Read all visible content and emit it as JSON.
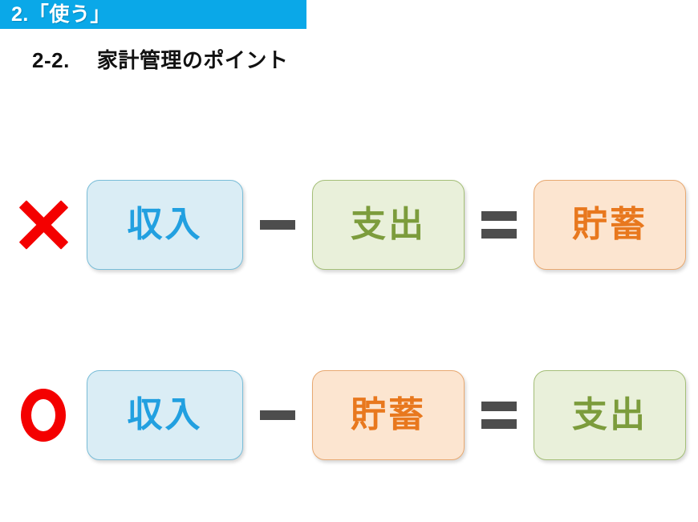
{
  "slide": {
    "section_banner": "2.「使う」",
    "subtitle_number": "2-2.",
    "subtitle_text": "家計管理のポイント"
  },
  "colors": {
    "banner_bg": "#0aa8e8",
    "mark_red": "#f40000",
    "operator_gray": "#4d4d4d",
    "income_fill": "#daedf5",
    "income_border": "#79bdd8",
    "income_text": "#22a0e0",
    "expense_fill": "#e9f0da",
    "expense_border": "#a5bf78",
    "expense_text": "#7c9c3c",
    "savings_fill": "#fce5d0",
    "savings_border": "#e8a971",
    "savings_text": "#e8781e"
  },
  "rows": [
    {
      "id": "bad",
      "mark_icon": "cross-mark-icon",
      "mark_meaning": "×",
      "terms": {
        "first": "収入",
        "second": "支出",
        "third": "貯蓄"
      },
      "operators": {
        "left": "−",
        "right": "="
      }
    },
    {
      "id": "good",
      "mark_icon": "circle-mark-icon",
      "mark_meaning": "○",
      "terms": {
        "first": "収入",
        "second": "貯蓄",
        "third": "支出"
      },
      "operators": {
        "left": "−",
        "right": "="
      }
    }
  ]
}
